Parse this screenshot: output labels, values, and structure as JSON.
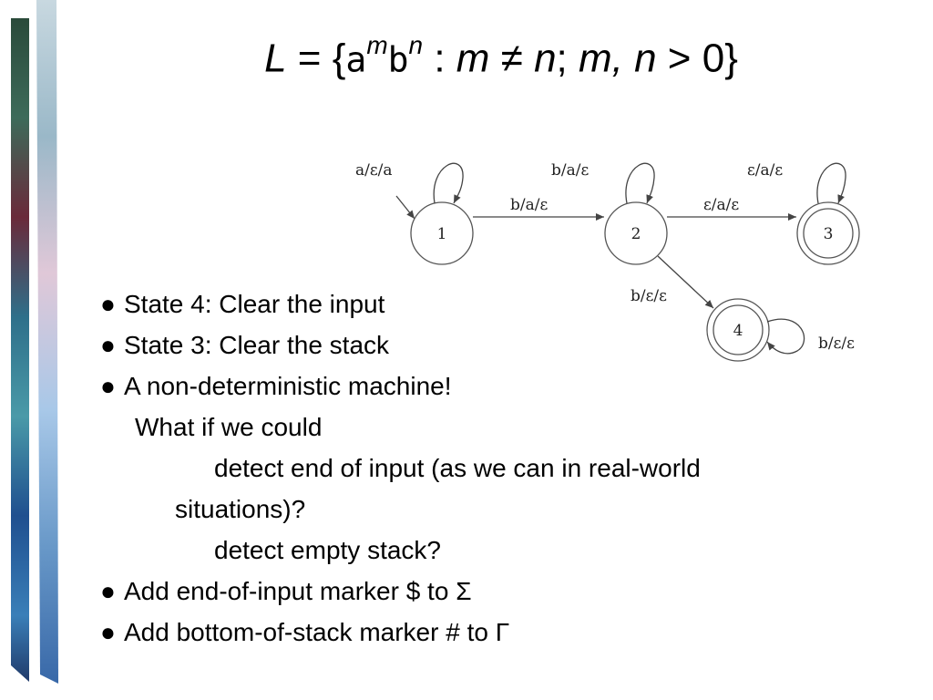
{
  "title": {
    "L": "L",
    "eq": " = {",
    "a": "a",
    "m_sup": "m",
    "b": "b",
    "n_sup": "n",
    "colon": " : ",
    "m": "m",
    "neq": " ≠ ",
    "n": "n",
    "semi": "; ",
    "mn": "m, n",
    "gt": " > 0}"
  },
  "diagram": {
    "states": [
      {
        "id": "1",
        "accepting": false
      },
      {
        "id": "2",
        "accepting": false
      },
      {
        "id": "3",
        "accepting": true
      },
      {
        "id": "4",
        "accepting": true
      }
    ],
    "labels": {
      "loop1": "a/ε/a",
      "e12": "b/a/ε",
      "loop2": "b/a/ε",
      "e23": "ε/a/ε",
      "loop3": "ε/a/ε",
      "e24": "b/ε/ε",
      "loop4": "b/ε/ε"
    }
  },
  "bullets": {
    "b1": "State 4:  Clear the input",
    "b2": "State 3:  Clear the stack",
    "b3": "A non-deterministic machine!",
    "t1": "What if we could",
    "t2": "detect end of input (as we can in real-world",
    "t3": "situations)?",
    "t4": "detect empty stack?",
    "b4": "Add end-of-input marker $ to Σ",
    "b5": "Add bottom-of-stack marker # to Γ",
    "bullet_char": "●"
  }
}
